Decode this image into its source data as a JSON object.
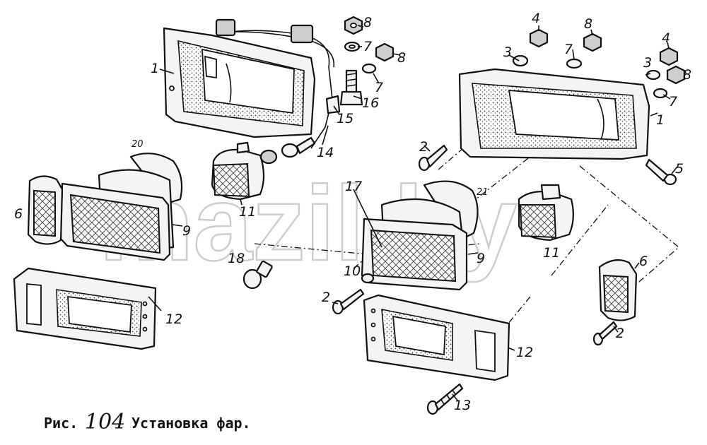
{
  "caption": {
    "prefix": "Рис.",
    "number": "104",
    "title": "Установка фар."
  },
  "watermark": "mazil.by",
  "callouts": [
    {
      "id": "c1a",
      "text": "1"
    },
    {
      "id": "c1b",
      "text": "1"
    },
    {
      "id": "c2a",
      "text": "2"
    },
    {
      "id": "c2b",
      "text": "2"
    },
    {
      "id": "c2c",
      "text": "2"
    },
    {
      "id": "c3a",
      "text": "3"
    },
    {
      "id": "c3b",
      "text": "3"
    },
    {
      "id": "c4a",
      "text": "4"
    },
    {
      "id": "c4b",
      "text": "4"
    },
    {
      "id": "c5",
      "text": "5"
    },
    {
      "id": "c6a",
      "text": "6"
    },
    {
      "id": "c6b",
      "text": "6"
    },
    {
      "id": "c7a",
      "text": "7"
    },
    {
      "id": "c7b",
      "text": "7"
    },
    {
      "id": "c7c",
      "text": "7"
    },
    {
      "id": "c7d",
      "text": "7"
    },
    {
      "id": "c8a",
      "text": "8"
    },
    {
      "id": "c8b",
      "text": "8"
    },
    {
      "id": "c8c",
      "text": "8"
    },
    {
      "id": "c8d",
      "text": "8"
    },
    {
      "id": "c9a",
      "text": "9"
    },
    {
      "id": "c9b",
      "text": "9"
    },
    {
      "id": "c10",
      "text": "10"
    },
    {
      "id": "c11a",
      "text": "11"
    },
    {
      "id": "c11b",
      "text": "11"
    },
    {
      "id": "c12a",
      "text": "12"
    },
    {
      "id": "c12b",
      "text": "12"
    },
    {
      "id": "c13",
      "text": "13"
    },
    {
      "id": "c14",
      "text": "14"
    },
    {
      "id": "c15",
      "text": "15"
    },
    {
      "id": "c16",
      "text": "16"
    },
    {
      "id": "c17",
      "text": "17"
    },
    {
      "id": "c18",
      "text": "18"
    },
    {
      "id": "c20",
      "text": "20"
    },
    {
      "id": "c21",
      "text": "21"
    }
  ]
}
